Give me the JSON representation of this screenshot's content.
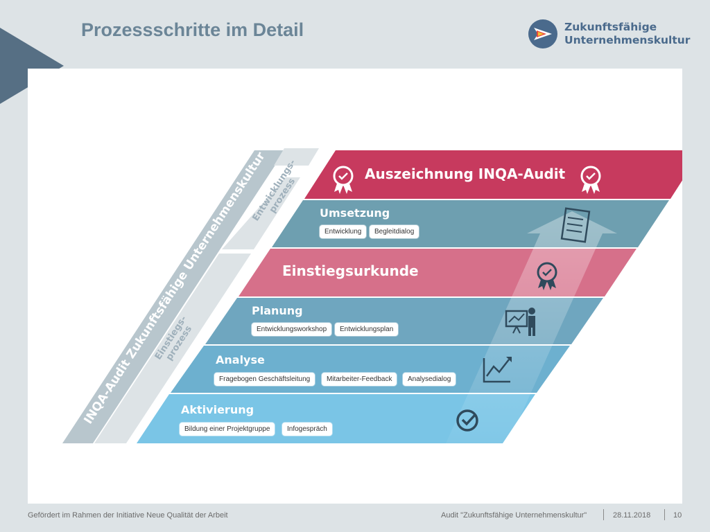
{
  "slide": {
    "title": "Prozessschritte im Detail"
  },
  "brand": {
    "line1": "Zukunftsfähige",
    "line2": "Unternehmenskultur"
  },
  "sidebar": {
    "main_label": "INQA-Audit Zukunftsfähige Unternehmenskultur",
    "einstieg_line1": "Einstiegs-",
    "einstieg_line2": "prozess",
    "entwicklung_line1": "Entwicklungs-",
    "entwicklung_line2": "prozess"
  },
  "layers": {
    "auszeichnung": {
      "title": "Auszeichnung INQA-Audit",
      "color": "#c73a5e"
    },
    "umsetzung": {
      "title": "Umsetzung",
      "tags": [
        "Entwicklung",
        "Begleitdialog"
      ],
      "color": "#6e9fb0"
    },
    "einstiegsurkunde": {
      "title": "Einstiegsurkunde",
      "color": "#d6708a"
    },
    "planung": {
      "title": "Planung",
      "tags": [
        "Entwicklungsworkshop",
        "Entwicklungsplan"
      ],
      "color": "#6fa6bf"
    },
    "analyse": {
      "title": "Analyse",
      "tags": [
        "Fragebogen Geschäftsleitung",
        "Mitarbeiter-Feedback",
        "Analysedialog"
      ],
      "color": "#6db0cf"
    },
    "aktivierung": {
      "title": "Aktivierung",
      "tags": [
        "Bildung einer Projektgruppe",
        "Infogespräch"
      ],
      "color": "#7ac5e6"
    }
  },
  "icons": [
    "award-icon",
    "document-icon",
    "presenter-icon",
    "growth-chart-icon",
    "checkmark-icon"
  ],
  "footer": {
    "left": "Gefördert im Rahmen der Initiative Neue Qualität der Arbeit",
    "audit": "Audit \"Zukunftsfähige Unternehmenskultur\"",
    "date": "28.11.2018",
    "page": "10"
  }
}
